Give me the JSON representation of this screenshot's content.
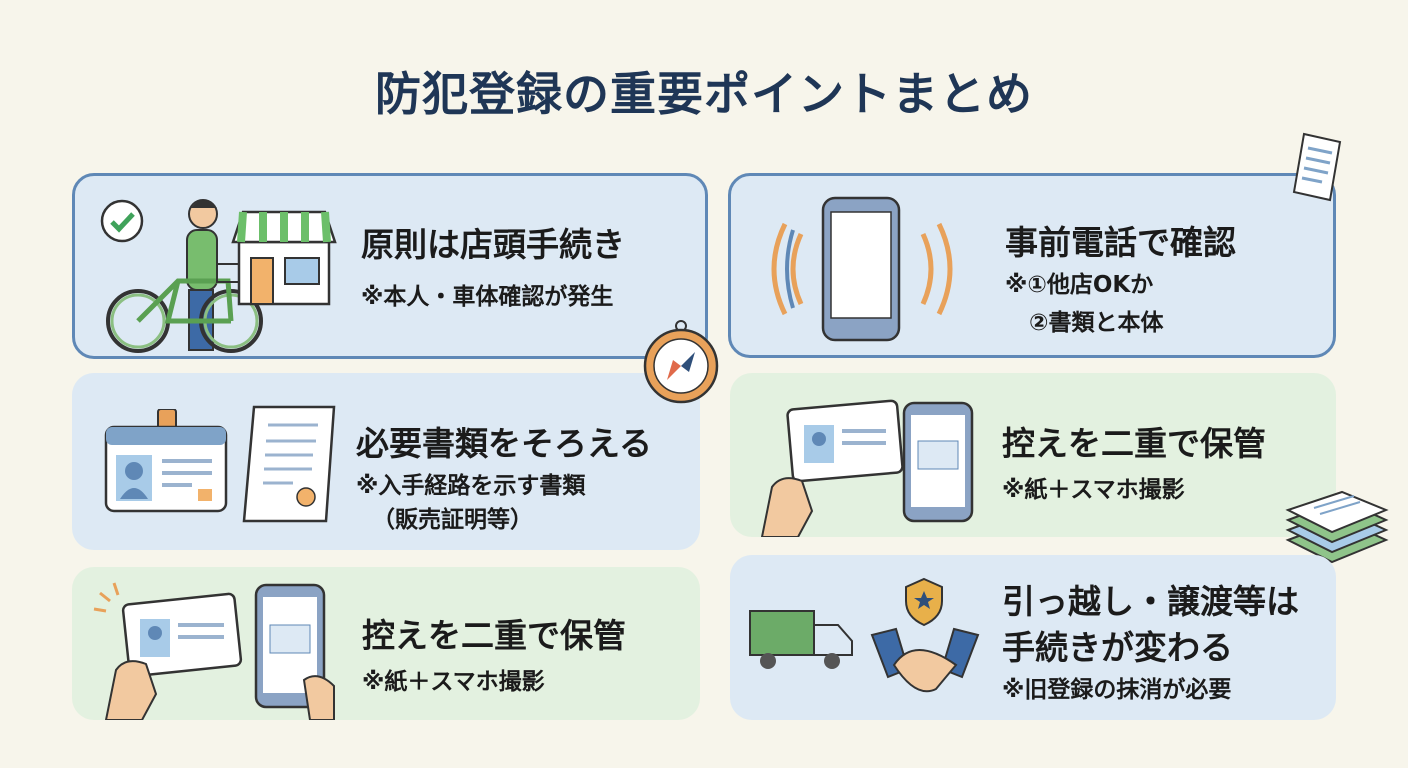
{
  "title": "防犯登録の重要ポイントまとめ",
  "cards": [
    {
      "heading": "原則は店頭手続き",
      "notes": [
        "※本人・車体確認が発生"
      ]
    },
    {
      "heading": "事前電話で確認",
      "notes": [
        "※①他店OKか",
        "②書類と本体"
      ]
    },
    {
      "heading": "必要書類をそろえる",
      "notes": [
        "※入手経路を示す書類",
        "（販売証明等）"
      ]
    },
    {
      "heading": "控えを二重で保管",
      "notes": [
        "※紙＋スマホ撮影"
      ]
    },
    {
      "heading": "控えを二重で保管",
      "notes": [
        "※紙＋スマホ撮影"
      ]
    },
    {
      "heading_lines": [
        "引っ越し・譲渡等は",
        "手続きが変わる"
      ],
      "notes": [
        "※旧登録の抹消が必要"
      ]
    }
  ],
  "colors": {
    "title": "#1f3656",
    "card_blue": "#dde9f4",
    "card_green": "#e3f1e0",
    "border": "#5f88b6"
  }
}
